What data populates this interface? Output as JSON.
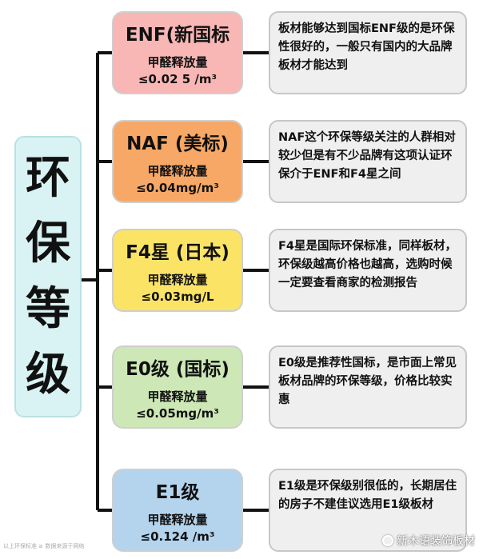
{
  "root": {
    "title_chars": [
      "环",
      "保",
      "等",
      "级"
    ]
  },
  "categories": [
    {
      "title": "ENF(新国标",
      "sub1": "甲醛释放量",
      "sub2": "≤0.02 5 /m³",
      "color": "#f8b6b4",
      "desc": "板材能够达到国标ENF级的是环保性很好的，一般只有国内的大品牌板材才能达到"
    },
    {
      "title": "NAF (美标)",
      "sub1": "甲醛释放量",
      "sub2": "≤0.04mg/m³",
      "color": "#f7a866",
      "desc": "NAF这个环保等级关注的人群相对较少但是有不少品牌有这项认证环保介于ENF和F4星之间"
    },
    {
      "title": "F4星 (日本)",
      "sub1": "甲醛释放量",
      "sub2": "≤0.03mg/L",
      "color": "#fbe366",
      "desc": "F4星是国际环保标准，同样板材，环保级越高价格也越高，选购时候一定要查看商家的检测报告"
    },
    {
      "title": "E0级 (国标)",
      "sub1": "甲醛释放量",
      "sub2": "≤0.05mg/m³",
      "color": "#cde8b6",
      "desc": "E0级是推荐性国标，是市面上常见板材品牌的环保等级，价格比较实惠"
    },
    {
      "title": "E1级",
      "sub1": "甲醛释放量",
      "sub2": "≤0.124 /m³",
      "color": "#b4d4ee",
      "desc": "E1级是环保级别很低的，长期居住的房子不建佳议选用E1级板材"
    }
  ],
  "footer": {
    "note": "以上环保标准 ≥ 数据来源于网络",
    "watermark": "新木语装饰板材"
  }
}
